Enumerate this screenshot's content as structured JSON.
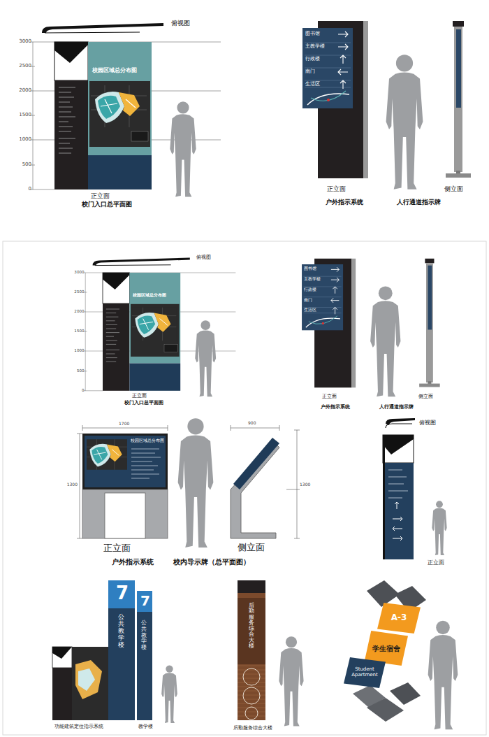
{
  "diagram": {
    "nodes": [
      {
        "text": [
          "校园区域总分布图"
        ]
      },
      {
        "text": [
          "图书馆",
          "主教学楼",
          "行政楼",
          "南门",
          "生活区"
        ]
      },
      {
        "text": [
          "校园区域总分布图"
        ]
      },
      {
        "text": [
          "图书馆",
          "主教学楼",
          "行政楼",
          "南门",
          "生活区"
        ]
      },
      {
        "text": [
          "校园区域总分布图"
        ]
      },
      {
        "text": [
          "7",
          "公共教学楼"
        ]
      },
      {
        "text": [
          "7",
          "公共教学楼"
        ]
      },
      {
        "text": [
          "后勤服务综合大楼"
        ]
      },
      {
        "text": [
          "A-3"
        ]
      },
      {
        "text": [
          "学生宿舍"
        ]
      },
      {
        "text": [
          "Student Apartment"
        ]
      }
    ],
    "edges": [],
    "labels": [
      "俯视图",
      "3000",
      "2500",
      "2000",
      "1500",
      "1000",
      "500",
      "0",
      "正立面",
      "校门入口总平面图",
      "正立面",
      "户外指示系统",
      "人行通道指示牌",
      "侧立面",
      "俯视图",
      "3000",
      "2500",
      "2000",
      "1500",
      "1000",
      "500",
      "0",
      "正立面",
      "校门入口总平面图",
      "正立面",
      "户外指示系统",
      "人行通道指示牌",
      "侧立面",
      "1700",
      "1300",
      "900",
      "1300",
      "正立面",
      "侧立面",
      "户外指示系统",
      "校内导示牌（总平面图）",
      "俯视图",
      "正立面",
      "功能建筑定位指示系统",
      "教学楼",
      "后勤服务综合大楼"
    ]
  }
}
